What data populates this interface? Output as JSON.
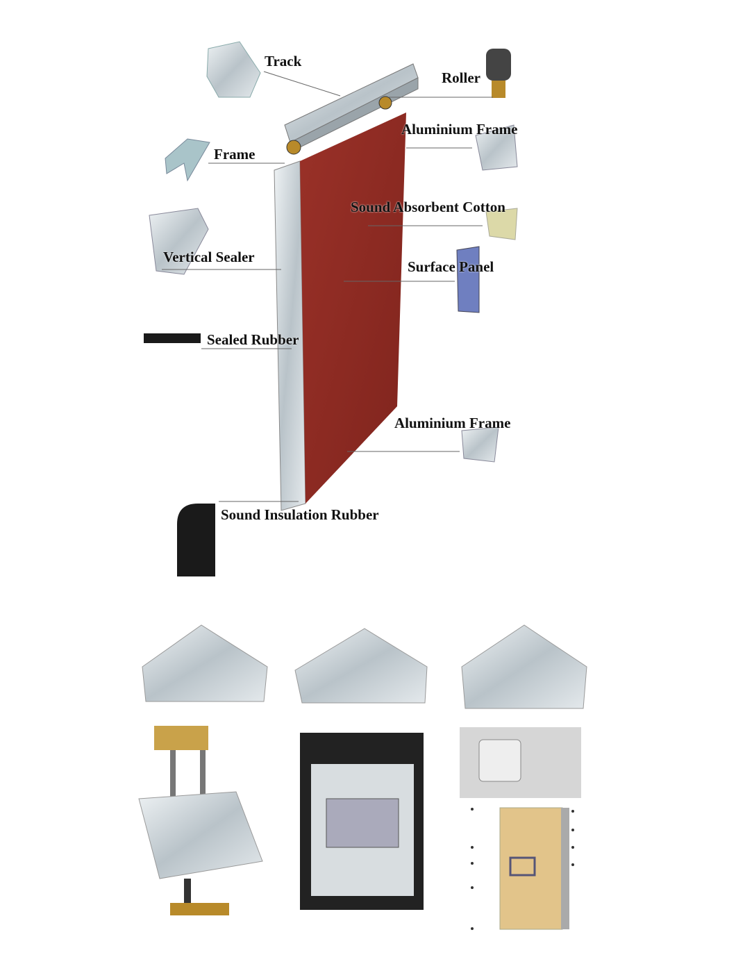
{
  "diagram": {
    "labels": {
      "track": "Track",
      "roller": "Roller",
      "aluminium_frame_top": "Aluminium Frame",
      "frame": "Frame",
      "sound_absorbent_cotton": "Sound Absorbent Cotton",
      "vertical_sealer": "Vertical Sealer",
      "surface_panel": "Surface Panel",
      "sealed_rubber": "Sealed Rubber",
      "aluminium_frame_bottom": "Aluminium Frame",
      "sound_insulation_rubber": "Sound Insulation Rubber"
    },
    "colors": {
      "panel": "#8e2a22",
      "aluminium": "#c9d1d6",
      "surface_panel": "#6f7fc0",
      "rubber": "#1a1a1a",
      "wood": "#e2c48a"
    }
  }
}
